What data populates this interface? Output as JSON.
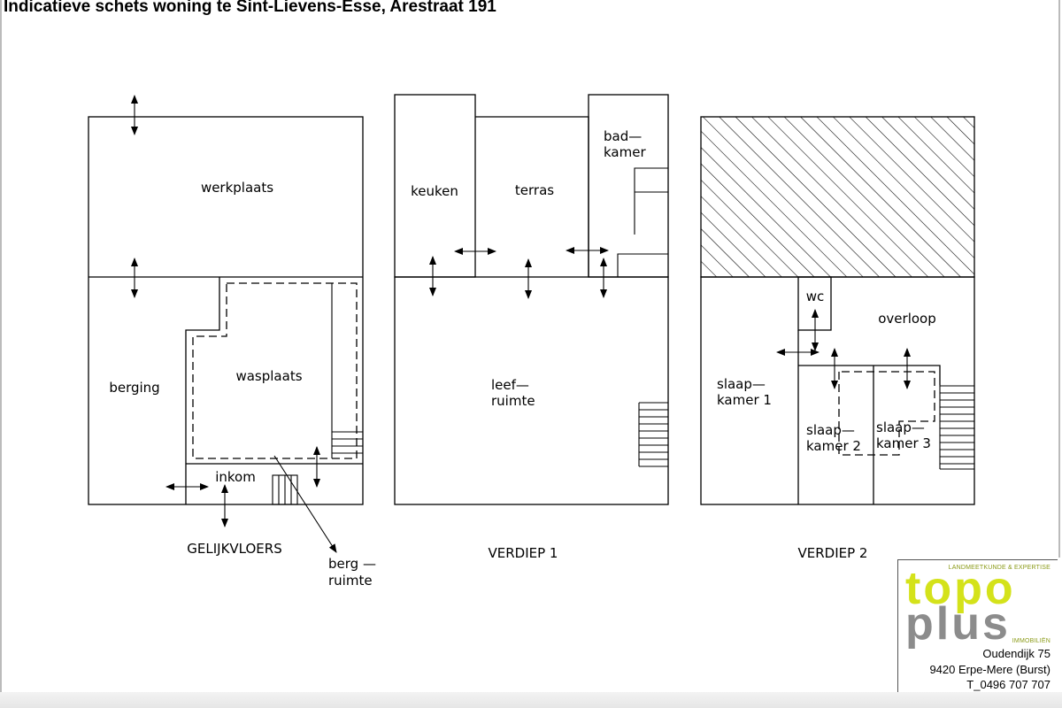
{
  "title": "Indicatieve schets woning te Sint-Lievens-Esse, Arestraat 191",
  "floors": {
    "ground": {
      "label": "GELIJKVLOERS",
      "rooms": {
        "werkplaats": "werkplaats",
        "berging": "berging",
        "wasplaats": "wasplaats",
        "inkom": "inkom",
        "bergruimte_1": "berg —",
        "bergruimte_2": "ruimte"
      }
    },
    "first": {
      "label": "VERDIEP  1",
      "rooms": {
        "keuken": "keuken",
        "terras": "terras",
        "badkamer_1": "bad—",
        "badkamer_2": "kamer",
        "leefruimte_1": "leef—",
        "leefruimte_2": "ruimte"
      }
    },
    "second": {
      "label": "VERDIEP  2",
      "rooms": {
        "wc": "wc",
        "overloop": "overloop",
        "slaapkamer1_1": "slaap—",
        "slaapkamer1_2": "kamer  1",
        "slaapkamer2_1": "slaap—",
        "slaapkamer2_2": "kamer  2",
        "slaapkamer3_1": "slaap—",
        "slaapkamer3_2": "kamer  3"
      }
    }
  },
  "logo": {
    "tagline": "LANDMEETKUNDE & EXPERTISE",
    "word1": "topo",
    "word2": "plus",
    "subline": "IMMOBILIËN",
    "colors": {
      "topo": "#d4e21a",
      "plus": "#8c8c8c",
      "tag": "#8a9a16"
    }
  },
  "contact": {
    "street": "Oudendijk 75",
    "city": "9420 Erpe-Mere (Burst)",
    "phone": "T_0496 707 707"
  }
}
